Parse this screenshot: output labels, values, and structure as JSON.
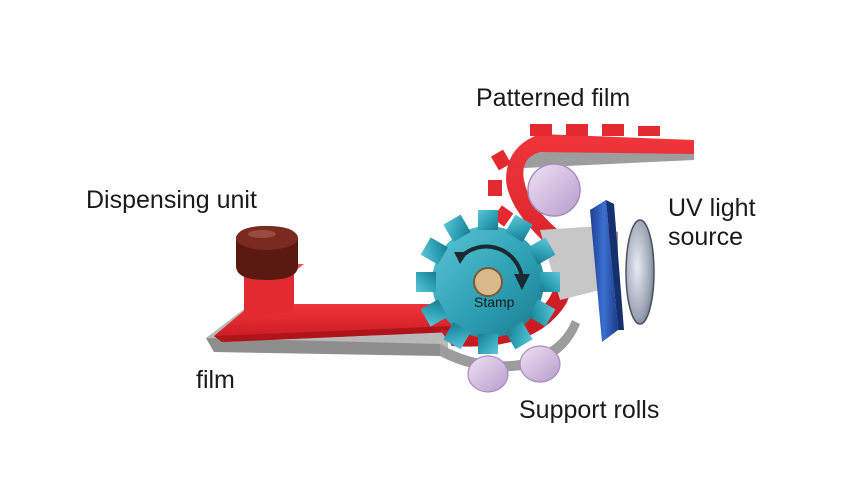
{
  "labels": {
    "patterned_film": "Patterned film",
    "dispensing_unit": "Dispensing unit",
    "uv_light_line1": "UV light",
    "uv_light_line2": "source",
    "film": "film",
    "support_rolls": "Support rolls",
    "stamp": "Stamp"
  },
  "colors": {
    "resin_red": "#e8242b",
    "film_gray": "#a9a9a9",
    "gear_teal": "#2ba3b8",
    "roll_lavender": "#d9c6e6",
    "dispenser_brown": "#5a1a12",
    "uv_blue": "#2a58b8"
  }
}
